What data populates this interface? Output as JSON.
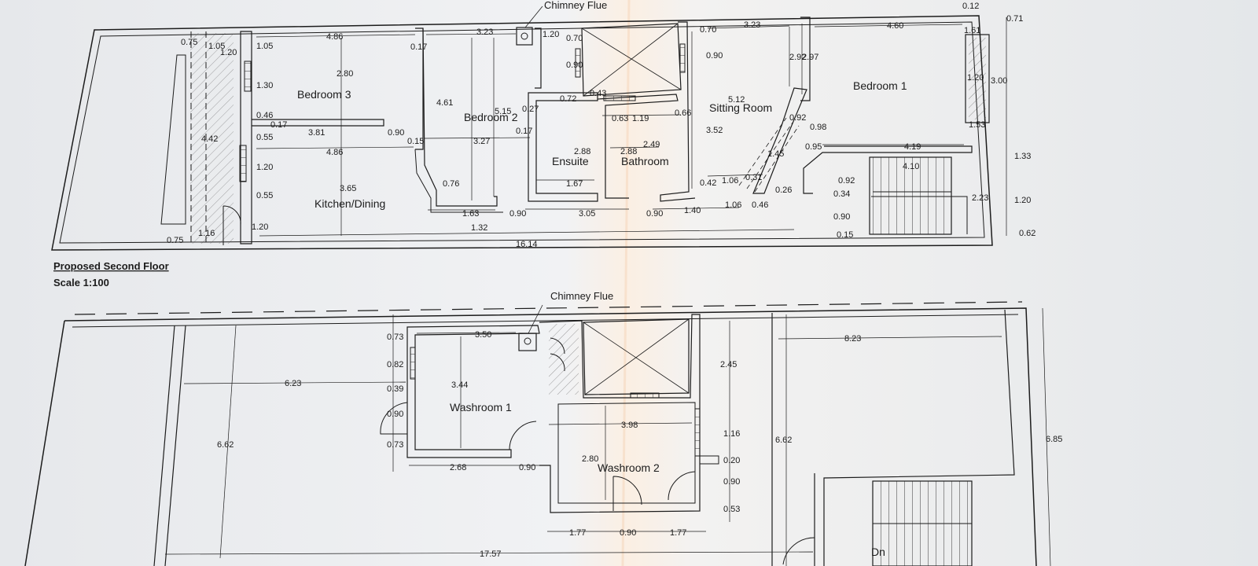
{
  "upper_plan": {
    "title": "Proposed Second Floor",
    "scale": "Scale 1:100",
    "chimney_label": "Chimney Flue",
    "rooms": {
      "bedroom3": "Bedroom 3",
      "bedroom2": "Bedroom 2",
      "ensuite": "Ensuite",
      "bathroom": "Bathroom",
      "sitting": "Sitting Room",
      "bedroom1": "Bedroom 1",
      "kitchen": "Kitchen/Dining"
    },
    "dims": {
      "d_075a": "0.75",
      "d_105a": "1.05",
      "d_120a": "1.20",
      "d_486a": "4.86",
      "d_017a": "0.17",
      "d_105b": "1.05",
      "d_280a": "2.80",
      "d_130": "1.30",
      "d_046": "0.46",
      "d_017b": "0.17",
      "d_442": "4.42",
      "d_055a": "0.55",
      "d_381": "3.81",
      "d_090a": "0.90",
      "d_015a": "0.15",
      "d_486b": "4.86",
      "d_120b": "1.20",
      "d_055b": "0.55",
      "d_365": "3.65",
      "d_120c": "1.20",
      "d_116": "1.16",
      "d_075b": "0.75",
      "d_323a": "3.23",
      "d_120d": "1.20",
      "d_070a": "0.70",
      "d_090b": "0.90",
      "d_461": "4.61",
      "d_515": "5.15",
      "d_027": "0.27",
      "d_072": "0.72",
      "d_043": "0.43",
      "d_017c": "0.17",
      "d_327": "3.27",
      "d_288a": "2.88",
      "d_167": "1.67",
      "d_063": "0.63",
      "d_119": "1.19",
      "d_066": "0.66",
      "d_288b": "2.88",
      "d_249": "2.49",
      "d_076": "0.76",
      "d_163": "1.63",
      "d_090c": "0.90",
      "d_305": "3.05",
      "d_090d": "0.90",
      "d_132": "1.32",
      "d_1614": "16.14",
      "d_070b": "0.70",
      "d_323b": "3.23",
      "d_090e": "0.90",
      "d_512": "5.12",
      "d_292": "2.92",
      "d_297": "2.97",
      "d_352": "3.52",
      "d_092a": "0.92",
      "d_098": "0.98",
      "d_095": "0.95",
      "d_145": "1.45",
      "d_140": "1.40",
      "d_106a": "1.06",
      "d_031": "0.31",
      "d_042": "0.42",
      "d_106b": "1.06",
      "d_046b": "0.46",
      "d_026": "0.26",
      "d_460": "4.60",
      "d_161": "1.61",
      "d_071": "0.71",
      "d_012": "0.12",
      "d_120e": "1.20",
      "d_300": "3.00",
      "d_153": "1.53",
      "d_419": "4.19",
      "d_410": "4.10",
      "d_133": "1.33",
      "d_092b": "0.92",
      "d_034": "0.34",
      "d_223": "2.23",
      "d_120f": "1.20",
      "d_090f": "0.90",
      "d_015b": "0.15",
      "d_062": "0.62"
    }
  },
  "lower_plan": {
    "chimney_label": "Chimney Flue",
    "rooms": {
      "washroom1": "Washroom 1",
      "washroom2": "Washroom 2",
      "down": "Dn"
    },
    "dims": {
      "w_073a": "0.73",
      "w_350": "3.50",
      "w_082": "0.82",
      "w_039": "0.39",
      "w_344": "3.44",
      "w_623": "6.23",
      "w_662a": "6.62",
      "w_090a": "0.90",
      "w_073b": "0.73",
      "w_268": "2.68",
      "w_090b": "0.90",
      "w_398": "3.98",
      "w_280": "2.80",
      "w_245": "2.45",
      "w_116": "1.16",
      "w_020": "0.20",
      "w_090c": "0.90",
      "w_053": "0.53",
      "w_177a": "1.77",
      "w_090d": "0.90",
      "w_177b": "1.77",
      "w_662b": "6.62",
      "w_823": "8.23",
      "w_685": "6.85",
      "w_1757": "17.57"
    }
  },
  "colors": {
    "paper": "#f3f4f6",
    "ink": "#1c1c1c",
    "light_ink": "#555555",
    "fold_highlight": "#fbefe3"
  }
}
